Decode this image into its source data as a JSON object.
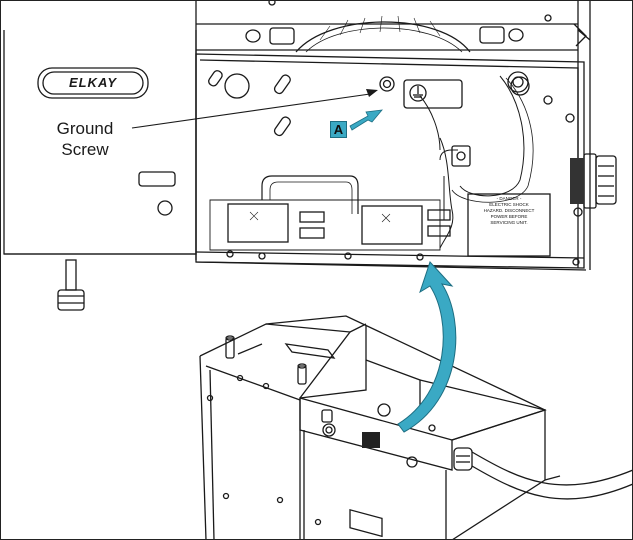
{
  "callouts": {
    "ground_line1": "Ground",
    "ground_line2": "Screw",
    "marker": "A"
  },
  "logo": "ELKAY",
  "danger_label": {
    "line1": "- DANGER -",
    "line2": "ELECTRIC SHOCK",
    "line3": "HAZARD. DISCONNECT",
    "line4": "POWER BEFORE",
    "line5": "SERVICING UNIT."
  },
  "colors": {
    "arrow_accent": "#3aa9c4",
    "line": "#1a1a1a",
    "background": "#ffffff"
  }
}
